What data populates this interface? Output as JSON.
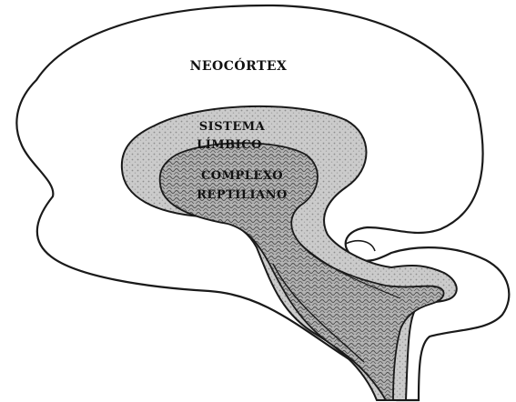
{
  "diagram": {
    "labels": {
      "neocortex": "NEOCÓRTEX",
      "limbic_line1": "SISTEMA",
      "limbic_line2": "LÍMBICO",
      "reptilian_line1": "COMPLEXO",
      "reptilian_line2": "REPTILIANO"
    },
    "colors": {
      "outline": "#1a1a1a",
      "limbic_fill": "#c9c9c9",
      "reptilian_fill": "#9a9a9a",
      "background": "#ffffff"
    }
  }
}
